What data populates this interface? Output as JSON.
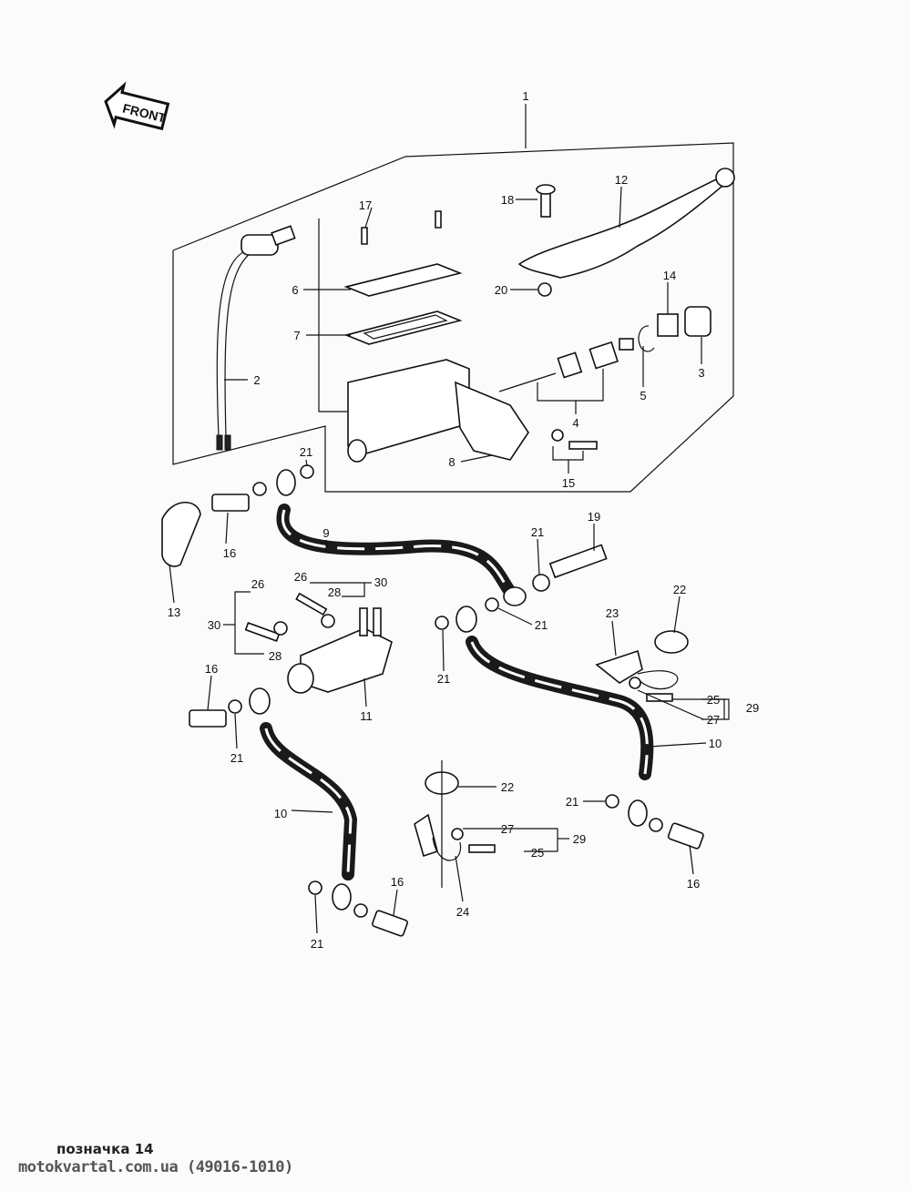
{
  "diagram": {
    "front_logo": "FRONT",
    "labels": [
      "1",
      "17",
      "18",
      "12",
      "6",
      "7",
      "20",
      "14",
      "2",
      "5",
      "3",
      "4",
      "8",
      "15",
      "21",
      "16",
      "9",
      "21",
      "19",
      "13",
      "26",
      "26",
      "28",
      "30",
      "30",
      "28",
      "21",
      "21",
      "22",
      "23",
      "11",
      "16",
      "21",
      "25",
      "29",
      "27",
      "10",
      "22",
      "21",
      "10",
      "27",
      "29",
      "25",
      "16",
      "24",
      "21",
      "16"
    ]
  },
  "footer": {
    "caption": "позначка 14",
    "site": "motokvartal.com.ua (49016-1010)"
  }
}
